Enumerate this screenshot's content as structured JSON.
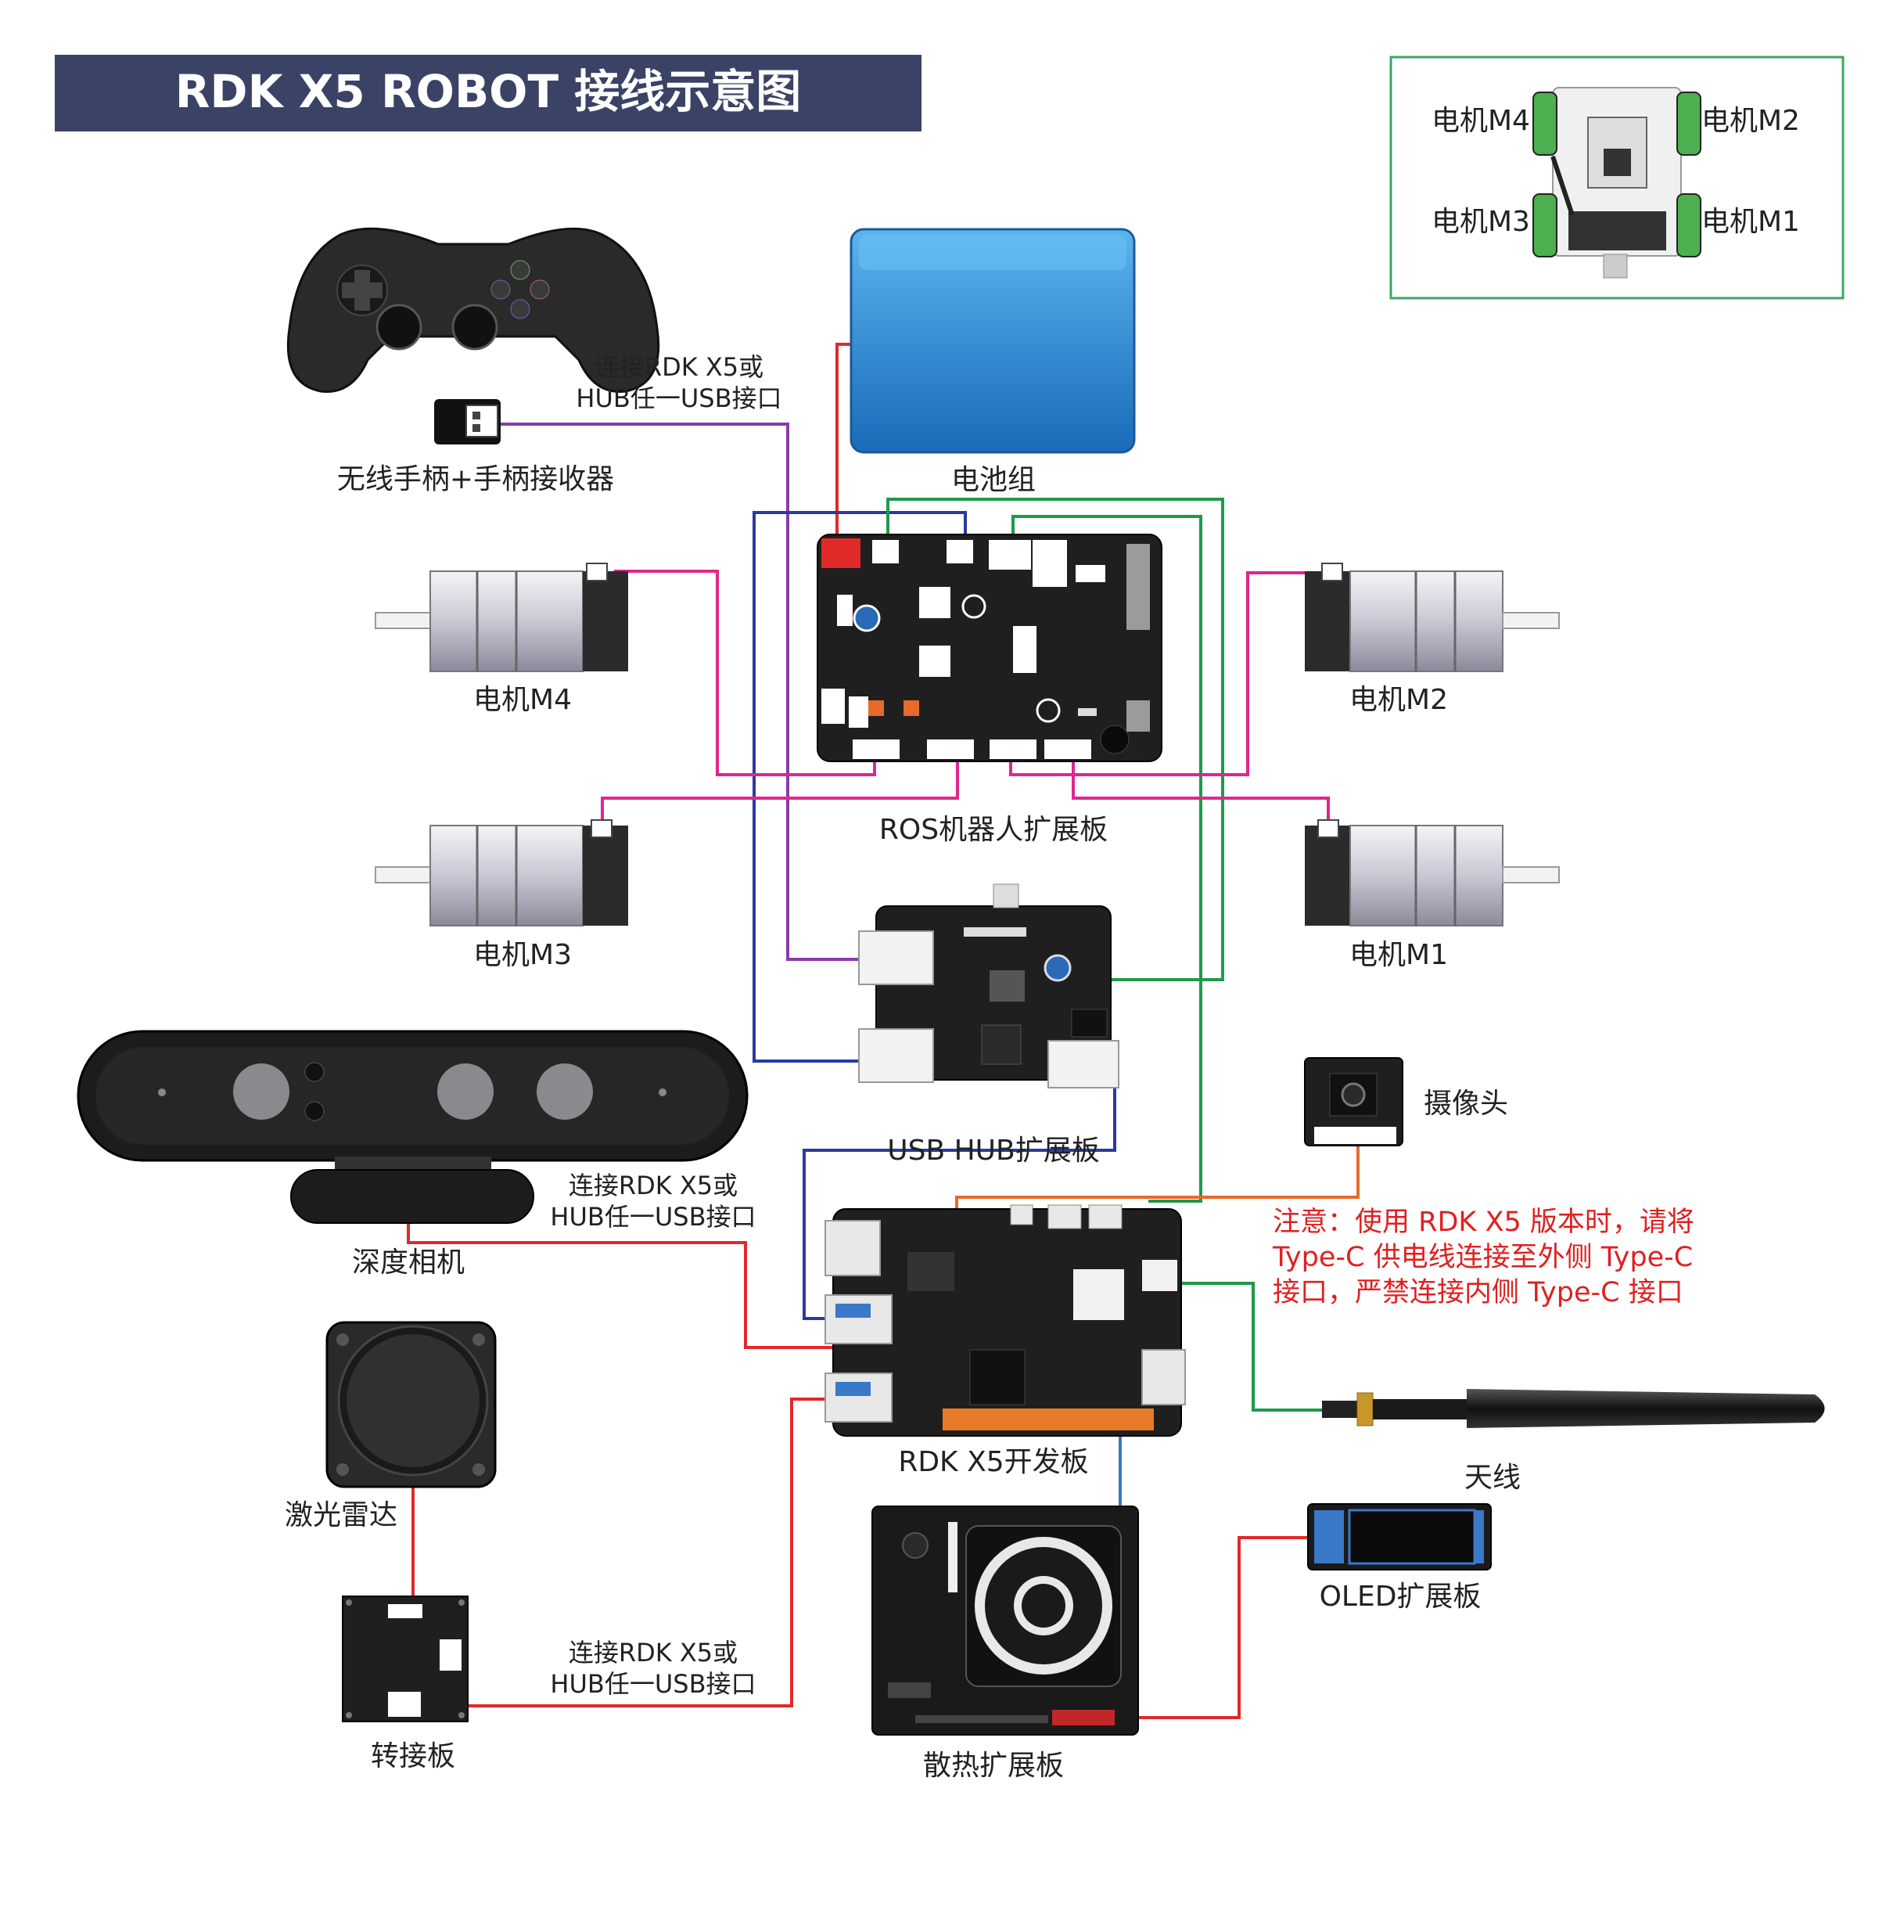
{
  "title": "RDK X5 ROBOT 接线示意图",
  "colors": {
    "title_bg": "#3a4266",
    "inset_border": "#3aa860",
    "wire_red": "#e02a2a",
    "wire_magenta": "#e0268f",
    "wire_green": "#1e9a4a",
    "wire_blue": "#2a3aa0",
    "wire_purple": "#8a3aa8",
    "wire_orange": "#e86a2a",
    "wire_steelblue": "#3a78c8",
    "note": "#e02020",
    "battery": "#2a8ad8"
  },
  "inset": {
    "motor_m4": "电机M4",
    "motor_m2": "电机M2",
    "motor_m3": "电机M3",
    "motor_m1": "电机M1"
  },
  "labels": {
    "gamepad": "无线手柄+手柄接收器",
    "battery": "电池组",
    "ros_board": "ROS机器人扩展板",
    "motor_m4": "电机M4",
    "motor_m2": "电机M2",
    "motor_m3": "电机M3",
    "motor_m1": "电机M1",
    "usb_hub": "USB HUB扩展板",
    "depth_camera": "深度相机",
    "camera": "摄像头",
    "rdk_board": "RDK X5开发板",
    "lidar": "激光雷达",
    "adapter": "转接板",
    "antenna": "天线",
    "oled": "OLED扩展板",
    "cooling": "散热扩展板"
  },
  "connect_notes": {
    "gamepad_line1": "连接RDK X5或",
    "gamepad_line2": "HUB任一USB接口",
    "depth_line1": "连接RDK X5或",
    "depth_line2": "HUB任一USB接口",
    "adapter_line1": "连接RDK X5或",
    "adapter_line2": "HUB任一USB接口"
  },
  "warning": {
    "line1": "注意：使用 RDK X5 版本时，请将",
    "line2": "Type-C 供电线连接至外侧 Type-C",
    "line3": "接口，严禁连接内侧 Type-C 接口"
  }
}
